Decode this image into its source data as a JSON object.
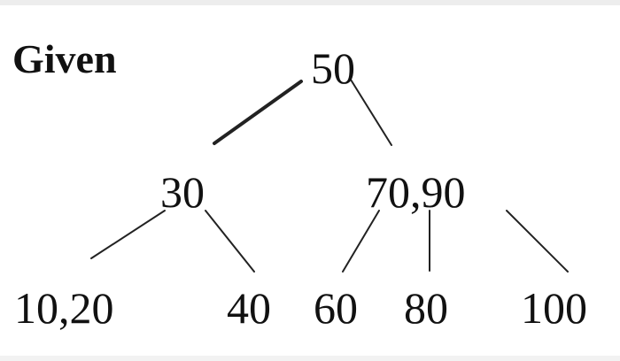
{
  "heading": "Given",
  "tree": {
    "root": {
      "label": "50"
    },
    "level1": [
      {
        "label": "30"
      },
      {
        "label": "70,90"
      }
    ],
    "level2": [
      {
        "label": "10,20"
      },
      {
        "label": "40"
      },
      {
        "label": "60"
      },
      {
        "label": "80"
      },
      {
        "label": "100"
      }
    ]
  },
  "colors": {
    "text": "#111111",
    "edge": "#222222",
    "background": "#ffffff"
  }
}
